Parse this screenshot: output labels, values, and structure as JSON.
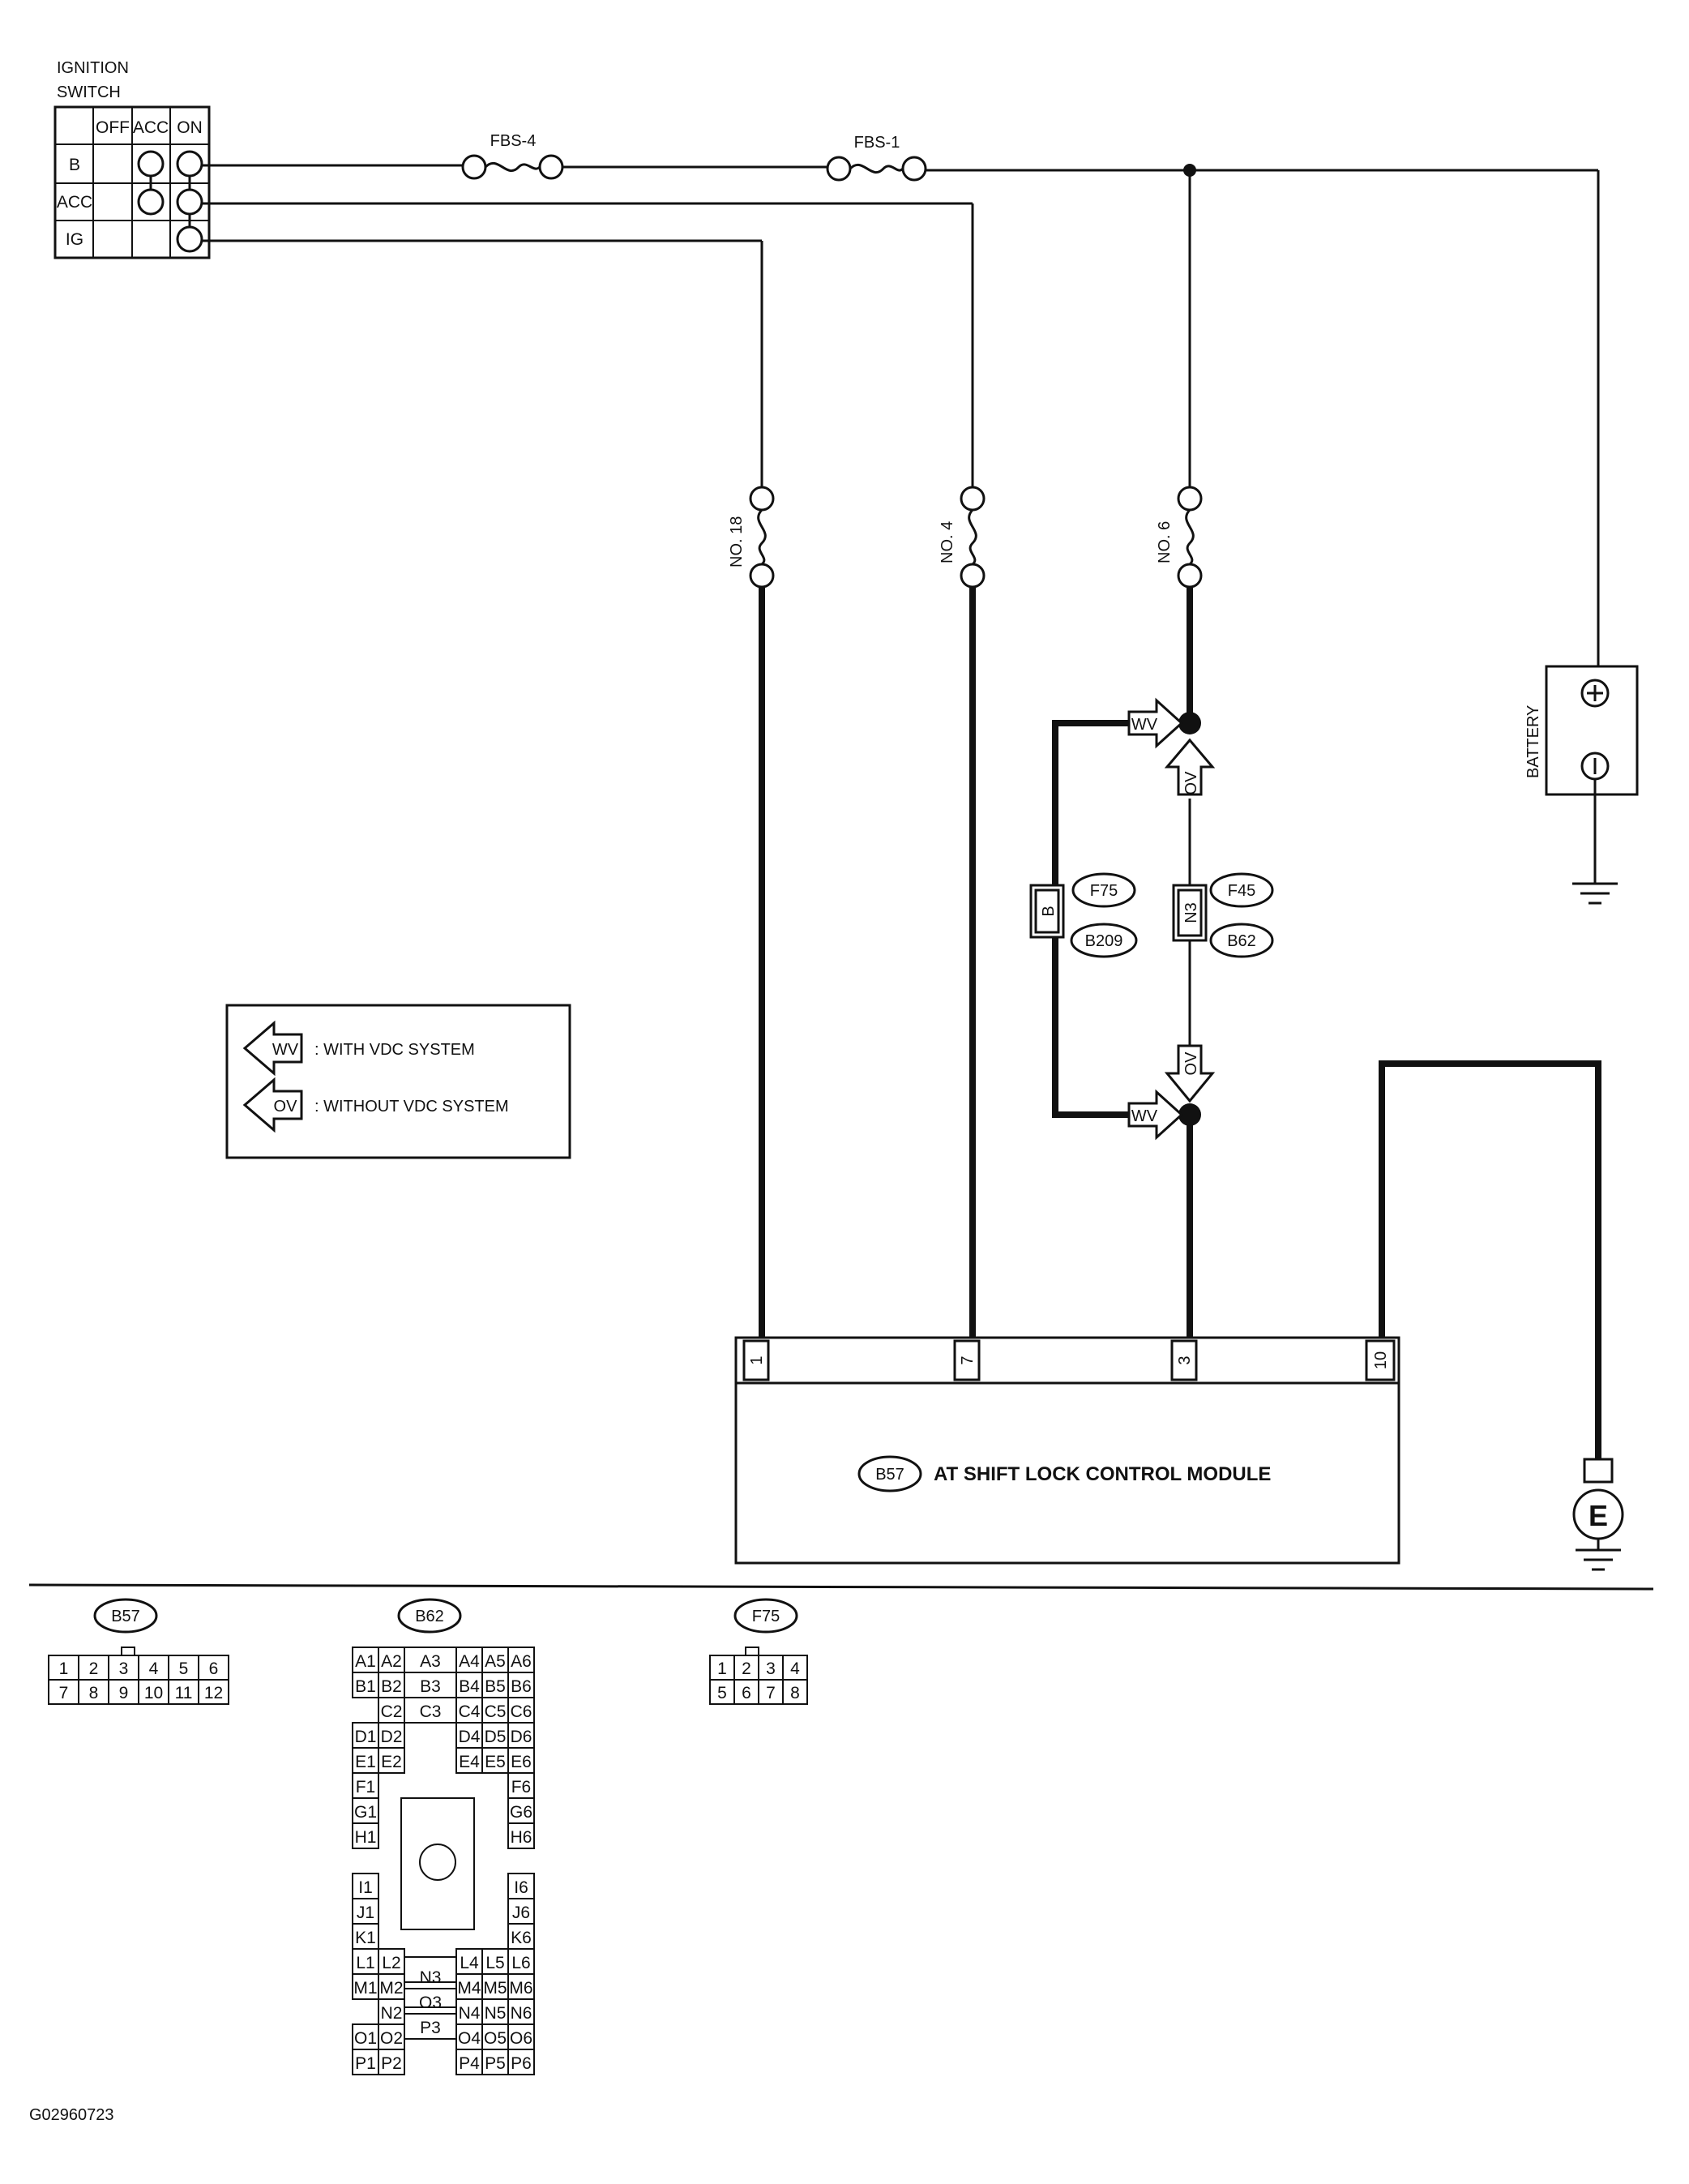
{
  "ignition_switch": {
    "title_line1": "IGNITION",
    "title_line2": "SWITCH",
    "columns": [
      "OFF",
      "ACC",
      "ON"
    ],
    "rows": [
      "B",
      "ACC",
      "IG"
    ]
  },
  "fuses": {
    "fbs4": "FBS-4",
    "fbs1": "FBS-1",
    "no18": "NO. 18",
    "no4": "NO. 4",
    "no6": "NO. 6"
  },
  "battery": {
    "label": "BATTERY",
    "plus": "⊕",
    "minus": "⊖"
  },
  "arrows": {
    "wv": "WV",
    "ov": "OV"
  },
  "connectors": {
    "b_pin": "B",
    "n3_pin": "N3",
    "f75": "F75",
    "b209": "B209",
    "f45": "F45",
    "b62": "B62"
  },
  "legend": {
    "wv_symbol": "WV",
    "wv_text": ": WITH VDC SYSTEM",
    "ov_symbol": "OV",
    "ov_text": ": WITHOUT VDC SYSTEM"
  },
  "module": {
    "badge": "B57",
    "name": "AT SHIFT LOCK CONTROL MODULE",
    "pins": [
      "1",
      "7",
      "3",
      "10"
    ]
  },
  "ground_label": "E",
  "connector_b57": {
    "badge": "B57",
    "row1": [
      "1",
      "2",
      "3",
      "4",
      "5",
      "6"
    ],
    "row2": [
      "7",
      "8",
      "9",
      "10",
      "11",
      "12"
    ]
  },
  "connector_f75": {
    "badge": "F75",
    "row1": [
      "1",
      "2",
      "3",
      "4"
    ],
    "row2": [
      "5",
      "6",
      "7",
      "8"
    ]
  },
  "connector_b62": {
    "badge": "B62",
    "left_col1": [
      "A1",
      "B1",
      "",
      "D1",
      "E1",
      "F1",
      "G1",
      "H1",
      "",
      "I1",
      "J1",
      "K1",
      "L1",
      "M1",
      "",
      "O1",
      "P1"
    ],
    "left_col2": [
      "A2",
      "B2",
      "C2",
      "D2",
      "E2",
      "",
      "",
      "",
      "",
      "",
      "",
      "",
      "L2",
      "M2",
      "N2",
      "O2",
      "P2"
    ],
    "right_col1": [
      "A4",
      "B4",
      "C4",
      "D4",
      "E4",
      "",
      "",
      "",
      "",
      "",
      "",
      "",
      "L4",
      "M4",
      "N4",
      "O4",
      "P4"
    ],
    "right_col2": [
      "A5",
      "B5",
      "C5",
      "D5",
      "E5",
      "",
      "",
      "",
      "",
      "",
      "",
      "",
      "L5",
      "M5",
      "N5",
      "O5",
      "P5"
    ],
    "right_col3": [
      "A6",
      "B6",
      "C6",
      "D6",
      "E6",
      "F6",
      "G6",
      "H6",
      "",
      "I6",
      "J6",
      "K6",
      "L6",
      "M6",
      "N6",
      "O6",
      "P6"
    ],
    "center_top": [
      "A3",
      "B3",
      "C3"
    ],
    "center_bottom": [
      "N3",
      "O3",
      "P3"
    ]
  },
  "figure_code": "G02960723"
}
